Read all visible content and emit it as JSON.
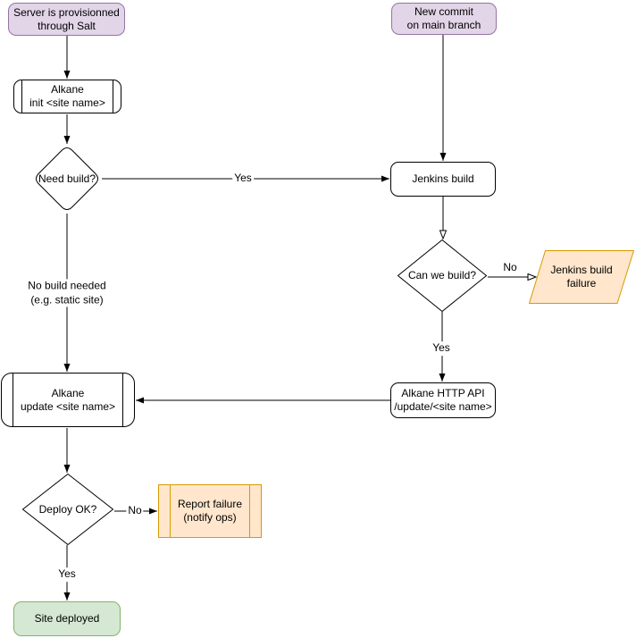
{
  "diagram": {
    "type": "flowchart",
    "background": "#ffffff",
    "colors": {
      "purple_fill": "#e1d5e7",
      "purple_stroke": "#9673a6",
      "orange_fill": "#ffe6cc",
      "orange_stroke": "#d79b00",
      "green_fill": "#d5e8d4",
      "green_stroke": "#82b366",
      "node_fill": "#ffffff",
      "node_stroke": "#000000",
      "edge_color": "#000000"
    },
    "nodes": {
      "start_salt": {
        "label": "Server is provisionned\nthrough Salt",
        "shape": "rounded-rectangle",
        "color": "purple"
      },
      "new_commit": {
        "label": "New commit\non main branch",
        "shape": "rounded-rectangle",
        "color": "purple"
      },
      "alkane_init": {
        "label": "Alkane\ninit <site name>",
        "shape": "subprocess",
        "color": "white"
      },
      "need_build": {
        "label": "Need build?",
        "shape": "decision-diamond",
        "color": "white"
      },
      "jenkins_build": {
        "label": "Jenkins build",
        "shape": "rounded-rectangle",
        "color": "white"
      },
      "can_we_build": {
        "label": "Can we build?",
        "shape": "decision-diamond",
        "color": "white"
      },
      "jenkins_failure": {
        "label": "Jenkins build\nfailure",
        "shape": "parallelogram",
        "color": "orange"
      },
      "alkane_http_api": {
        "label": "Alkane HTTP API\n/update/<site name>",
        "shape": "rounded-rectangle",
        "color": "white"
      },
      "alkane_update": {
        "label": "Alkane\nupdate <site name>",
        "shape": "subprocess",
        "color": "white"
      },
      "deploy_ok": {
        "label": "Deploy OK?",
        "shape": "decision-diamond",
        "color": "white"
      },
      "report_failure": {
        "label": "Report failure\n(notify ops)",
        "shape": "subprocess",
        "color": "orange"
      },
      "site_deployed": {
        "label": "Site deployed",
        "shape": "rounded-rectangle",
        "color": "green"
      }
    },
    "edge_labels": {
      "need_build_yes": "Yes",
      "no_build_needed": "No build needed\n(e.g. static site)",
      "can_we_build_no": "No",
      "can_we_build_yes": "Yes",
      "deploy_ok_no": "No",
      "deploy_ok_yes": "Yes"
    },
    "edges": [
      {
        "from": "start_salt",
        "to": "alkane_init",
        "label": "",
        "arrowhead": "solid"
      },
      {
        "from": "alkane_init",
        "to": "need_build",
        "label": "",
        "arrowhead": "solid"
      },
      {
        "from": "need_build",
        "to": "jenkins_build",
        "label": "Yes",
        "arrowhead": "solid"
      },
      {
        "from": "need_build",
        "to": "alkane_update",
        "label": "No build needed\n(e.g. static site)",
        "arrowhead": "solid"
      },
      {
        "from": "new_commit",
        "to": "jenkins_build",
        "label": "",
        "arrowhead": "solid"
      },
      {
        "from": "jenkins_build",
        "to": "can_we_build",
        "label": "",
        "arrowhead": "open"
      },
      {
        "from": "can_we_build",
        "to": "jenkins_failure",
        "label": "No",
        "arrowhead": "open"
      },
      {
        "from": "can_we_build",
        "to": "alkane_http_api",
        "label": "Yes",
        "arrowhead": "solid"
      },
      {
        "from": "alkane_http_api",
        "to": "alkane_update",
        "label": "",
        "arrowhead": "solid"
      },
      {
        "from": "alkane_update",
        "to": "deploy_ok",
        "label": "",
        "arrowhead": "solid"
      },
      {
        "from": "deploy_ok",
        "to": "report_failure",
        "label": "No",
        "arrowhead": "solid"
      },
      {
        "from": "deploy_ok",
        "to": "site_deployed",
        "label": "Yes",
        "arrowhead": "solid"
      }
    ]
  }
}
